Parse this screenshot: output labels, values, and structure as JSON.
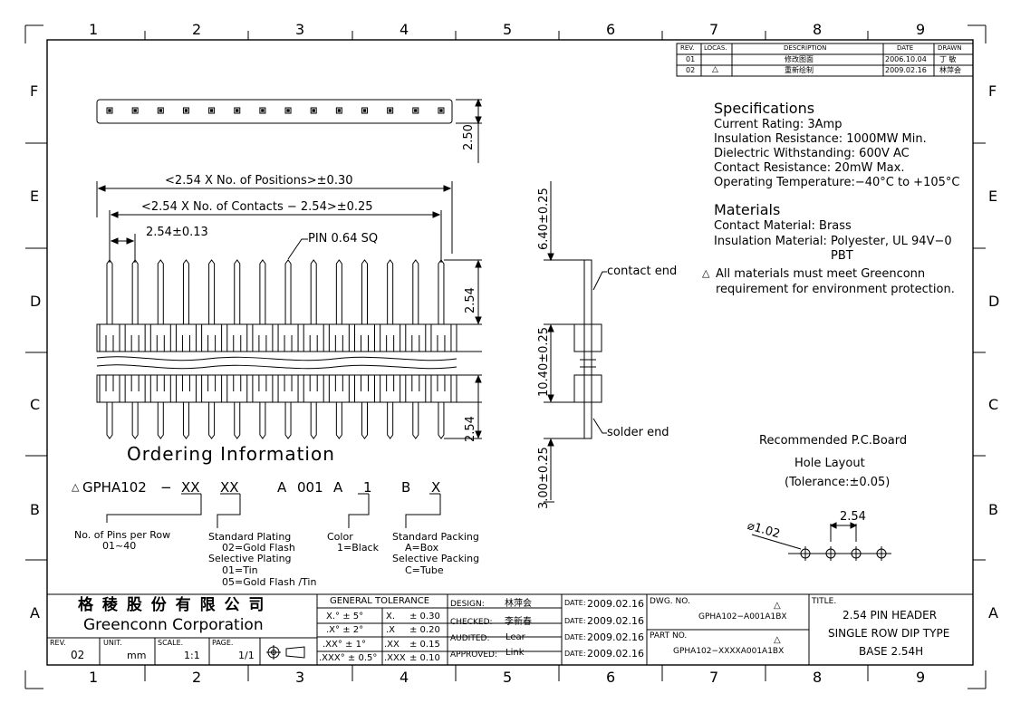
{
  "zones": {
    "columns": [
      "1",
      "2",
      "3",
      "4",
      "5",
      "6",
      "7",
      "8",
      "9"
    ],
    "rows": [
      "F",
      "E",
      "D",
      "C",
      "B",
      "A"
    ]
  },
  "revision_table": {
    "headers": [
      "REV.",
      "LOCAS.",
      "DESCRIPTION",
      "DATE",
      "DRAWN"
    ],
    "rows": [
      {
        "rev": "01",
        "locas": "",
        "description": "修改图面",
        "date": "2006.10.04",
        "drawn": "丁 敏"
      },
      {
        "rev": "02",
        "locas": "△",
        "description": "重新绘制",
        "date": "2009.02.16",
        "drawn": "林萍会"
      }
    ]
  },
  "specifications": {
    "title": "Specifications",
    "lines": [
      "Current Rating:  3Amp",
      "Insulation Resistance: 1000MW Min.",
      "Dielectric Withstanding:  600V AC",
      "Contact Resistance:  20mW Max.",
      "Operating Temperature:−40°C to +105°C"
    ]
  },
  "materials": {
    "title": "Materials",
    "contact": "Contact Material: Brass",
    "insulation": "Insulation Material: Polyester, UL 94V−0",
    "insulation2": "PBT",
    "note1": "All materials must meet Greenconn",
    "note2": "requirement for environment protection."
  },
  "dimensions": {
    "positions": "<2.54 X No. of Positions>±0.30",
    "contacts": "<2.54 X No. of Contacts − 2.54>±0.25",
    "pitch": "2.54±0.13",
    "pin": "PIN 0.64 SQ",
    "height_top": "2.50",
    "pin_upper": "2.54",
    "pin_lower": "2.54",
    "side_top": "6.40±0.25",
    "side_mid": "10.40±0.25",
    "side_bottom": "3.00±0.25",
    "contact_end": "contact end",
    "solder_end": "solder end"
  },
  "ordering": {
    "title": "Ordering Information",
    "code_prefix": "GPHA102",
    "code_parts": [
      "−",
      "XX",
      "XX",
      "A",
      "001",
      "A",
      "1",
      "B",
      "X"
    ],
    "pins_label": "No. of Pins per Row",
    "pins_range": "01~40",
    "plating_title": "Standard Plating",
    "plating_02": "02=Gold Flash",
    "selective_title": "Selective Plating",
    "selective_01": "01=Tin",
    "selective_05": "05=Gold Flash /Tin",
    "color_title": "Color",
    "color_1": "1=Black",
    "packing_title": "Standard Packing",
    "packing_a": "A=Box",
    "sel_packing_title": "Selective Packing",
    "packing_c": "C=Tube"
  },
  "pcb": {
    "title1": "Recommended P.C.Board",
    "title2": "Hole Layout",
    "tolerance": "(Tolerance:±0.05)",
    "hole": "⌀1.02",
    "pitch": "2.54"
  },
  "title_block": {
    "company_cn": "格 稜 股 份 有 限 公 司",
    "company_en": "Greenconn Corporation",
    "rev_label": "REV.",
    "rev": "02",
    "unit_label": "UNIT.",
    "unit": "mm",
    "scale_label": "SCALE.",
    "scale": "1:1",
    "page_label": "PAGE.",
    "page": "1/1",
    "tolerance_title": "GENERAL TOLERANCE",
    "tol": [
      [
        "X.° ± 5°",
        "X.",
        "± 0.30"
      ],
      [
        ".X° ± 2°",
        ".X",
        "± 0.20"
      ],
      [
        ".XX° ± 1°",
        ".XX",
        "± 0.15"
      ],
      [
        ".XXX° ± 0.5°",
        ".XXX",
        "± 0.10"
      ]
    ],
    "design_label": "DESIGN:",
    "design": "林萍会",
    "checked_label": "CHECKED:",
    "checked": "李新春",
    "audited_label": "AUDITED:",
    "audited": "Lear",
    "approved_label": "APPROVED:",
    "approved": "Link",
    "date_label": "DATE:",
    "dates": [
      "2009.02.16",
      "2009.02.16",
      "2009.02.16",
      "2009.02.16"
    ],
    "dwg_label": "DWG. NO.",
    "dwg": "GPHA102−A001A1BX",
    "part_label": "PART NO.",
    "part": "GPHA102−XXXXA001A1BX",
    "title_label": "TITLE.",
    "title1": "2.54 PIN HEADER",
    "title2": "SINGLE ROW DIP TYPE",
    "title3": "BASE 2.54H"
  }
}
